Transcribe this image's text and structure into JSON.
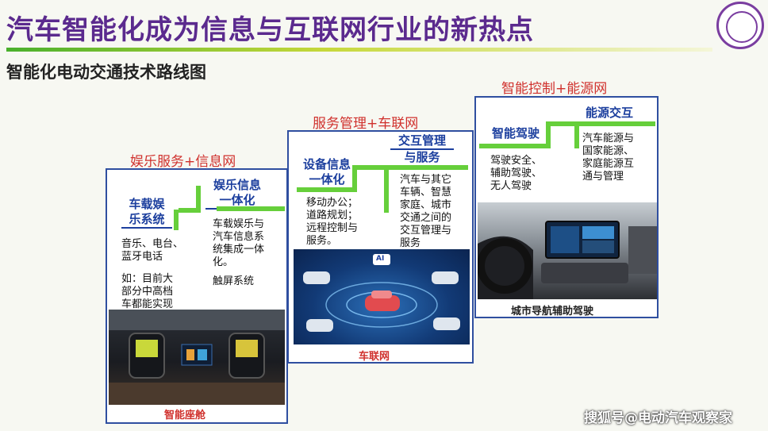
{
  "header": {
    "title": "汽车智能化成为信息与互联网行业的新热点",
    "subtitle": "智能化电动交通技术路线图"
  },
  "groups": {
    "entertainment": {
      "label": "娱乐服务+信息网",
      "box1_title_lines": [
        "车载娱",
        "乐系统"
      ],
      "box1_text_lines": [
        "音乐、电台、",
        "蓝牙电话",
        "",
        "如：目前大",
        "部分中高档",
        "车都能实现"
      ],
      "box2_title_lines": [
        "娱乐信息",
        "一体化"
      ],
      "box2_text_lines": [
        "车载娱乐与",
        "汽车信息系",
        "统集成一体",
        "化。",
        "触屏系统"
      ],
      "photo_caption": "智能座舱"
    },
    "service": {
      "label": "服务管理+车联网",
      "box1_title_lines": [
        "设备信息",
        "一体化"
      ],
      "box1_text_lines": [
        "移动办公；",
        "道路规划；",
        "远程控制与",
        "服务。"
      ],
      "box2_title_lines": [
        "交互管理",
        "与服务"
      ],
      "box2_text_lines": [
        "汽车与其它",
        "车辆、智慧",
        "家庭、城市",
        "交通之间的",
        "交互管理与",
        "服务"
      ],
      "photo_caption": "车联网",
      "photo_badge": "AI"
    },
    "control": {
      "label": "智能控制+能源网",
      "box1_title": "智能驾驶",
      "box1_text_lines": [
        "驾驶安全、",
        "辅助驾驶、",
        "无人驾驶"
      ],
      "box2_title": "能源交互",
      "box2_text_lines": [
        "汽车能源与",
        "国家能源、",
        "家庭能源互",
        "通与管理"
      ],
      "photo_caption": "城市导航辅助驾驶"
    }
  },
  "watermark": "搜狐号@电动汽车观察家",
  "colors": {
    "title_purple": "#5b2a8e",
    "accent_green": "#66cf3b",
    "label_red": "#d0312d",
    "heading_blue": "#1c3f9e",
    "panel_border": "#2f4fa0"
  }
}
